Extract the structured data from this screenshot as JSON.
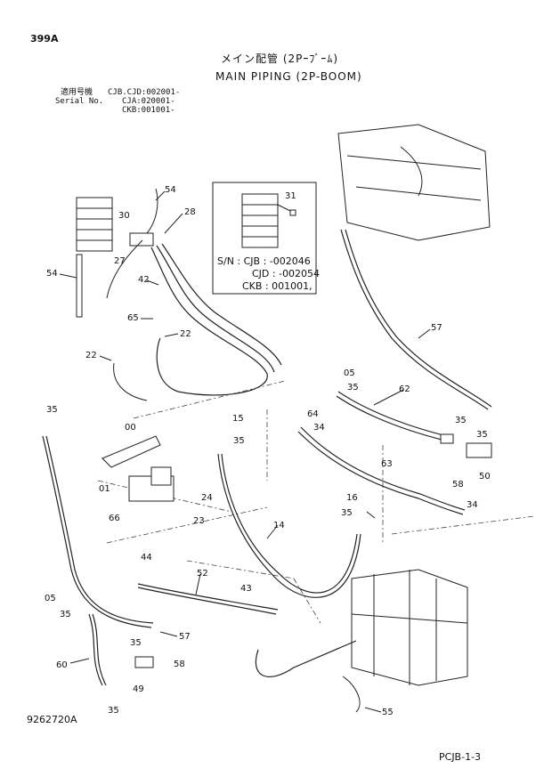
{
  "header": {
    "page_number": "399A",
    "title_jp": "メイン配管 (2Pｰﾌﾞｰﾑ)",
    "title_en": "MAIN PIPING (2P-BOOM)",
    "applicable_label_jp": "適用号機",
    "serial_label": "Serial No.",
    "serial_values": [
      "CJB.CJD:002001-",
      "CJA:020001-",
      "CKB:001001-"
    ]
  },
  "inset": {
    "lines": [
      "S/N : CJB : -002046",
      "CJD : -002054",
      "CKB : 001001,"
    ],
    "callouts": [
      "31"
    ]
  },
  "callouts": [
    {
      "id": "c54a",
      "text": "54"
    },
    {
      "id": "c28",
      "text": "28"
    },
    {
      "id": "c30",
      "text": "30"
    },
    {
      "id": "c27",
      "text": "27"
    },
    {
      "id": "c54b",
      "text": "54"
    },
    {
      "id": "c42",
      "text": "42"
    },
    {
      "id": "c65",
      "text": "65"
    },
    {
      "id": "c22a",
      "text": "22"
    },
    {
      "id": "c22b",
      "text": "22"
    },
    {
      "id": "c35a",
      "text": "35"
    },
    {
      "id": "c57a",
      "text": "57"
    },
    {
      "id": "c05a",
      "text": "05"
    },
    {
      "id": "c35b",
      "text": "35"
    },
    {
      "id": "c62",
      "text": "62"
    },
    {
      "id": "c35c",
      "text": "35"
    },
    {
      "id": "c15",
      "text": "15"
    },
    {
      "id": "c35d",
      "text": "35"
    },
    {
      "id": "c64",
      "text": "64"
    },
    {
      "id": "c34a",
      "text": "34"
    },
    {
      "id": "c00",
      "text": "00"
    },
    {
      "id": "c35e",
      "text": "35"
    },
    {
      "id": "c01",
      "text": "01"
    },
    {
      "id": "c63",
      "text": "63"
    },
    {
      "id": "c50",
      "text": "50"
    },
    {
      "id": "c58a",
      "text": "58"
    },
    {
      "id": "c24",
      "text": "24"
    },
    {
      "id": "c66",
      "text": "66"
    },
    {
      "id": "c23",
      "text": "23"
    },
    {
      "id": "c16",
      "text": "16"
    },
    {
      "id": "c35f",
      "text": "35"
    },
    {
      "id": "c34b",
      "text": "34"
    },
    {
      "id": "c14",
      "text": "14"
    },
    {
      "id": "c44",
      "text": "44"
    },
    {
      "id": "c52",
      "text": "52"
    },
    {
      "id": "c05b",
      "text": "05"
    },
    {
      "id": "c43",
      "text": "43"
    },
    {
      "id": "c35g",
      "text": "35"
    },
    {
      "id": "c57b",
      "text": "57"
    },
    {
      "id": "c35h",
      "text": "35"
    },
    {
      "id": "c58b",
      "text": "58"
    },
    {
      "id": "c60",
      "text": "60"
    },
    {
      "id": "c49",
      "text": "49"
    },
    {
      "id": "c35i",
      "text": "35"
    },
    {
      "id": "c55",
      "text": "55"
    }
  ],
  "footer": {
    "drawing_number": "9262720A",
    "page_ref": "PCJB-1-3"
  }
}
